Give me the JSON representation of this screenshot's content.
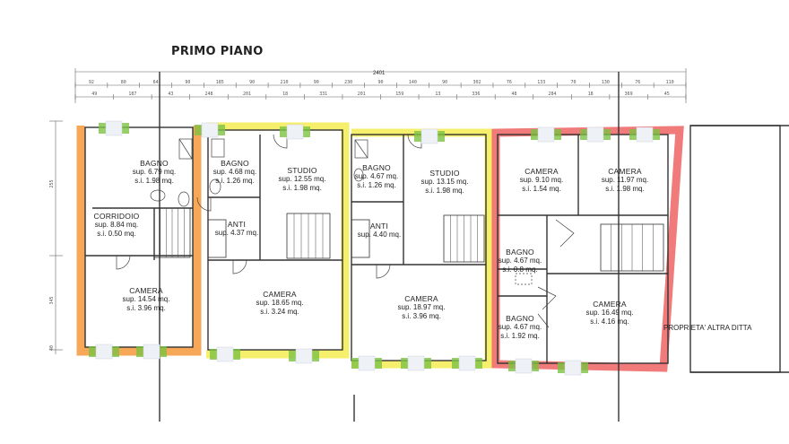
{
  "floor_title": "PRIMO PIANO",
  "overall_dimension": "2401",
  "adjacent_label": "PROPRIETA' ALTRA DITTA",
  "unit_colors": {
    "unit1": "#f38a1f",
    "unit2": "#f2ea3b",
    "unit3": "#f2ea3b",
    "unit4": "#ec4e4e",
    "window": "#7cc242"
  },
  "rooms": [
    {
      "id": "bagno-1",
      "name": "BAGNO",
      "sup": "sup. 6.79 mq.",
      "si": "s.i. 1.98 mq."
    },
    {
      "id": "corridoio-1",
      "name": "CORRIDOIO",
      "sup": "sup. 8.84 mq.",
      "si": "s.i. 0.50 mq."
    },
    {
      "id": "camera-1",
      "name": "CAMERA",
      "sup": "sup. 14.54 mq.",
      "si": "s.i. 3.96 mq."
    },
    {
      "id": "bagno-2",
      "name": "BAGNO",
      "sup": "sup. 4.68 mq.",
      "si": "s.i. 1.26 mq."
    },
    {
      "id": "studio-2",
      "name": "STUDIO",
      "sup": "sup. 12.55 mq.",
      "si": "s.i. 1.98 mq."
    },
    {
      "id": "anti-2",
      "name": "ANTI",
      "sup": "sup. 4.37 mq.",
      "si": ""
    },
    {
      "id": "camera-2",
      "name": "CAMERA",
      "sup": "sup. 18.65 mq.",
      "si": "s.i. 3.24 mq."
    },
    {
      "id": "bagno-3",
      "name": "BAGNO",
      "sup": "sup. 4.67 mq.",
      "si": "s.i. 1.26 mq."
    },
    {
      "id": "studio-3",
      "name": "STUDIO",
      "sup": "sup. 13.15 mq.",
      "si": "s.i. 1.98 mq."
    },
    {
      "id": "anti-3",
      "name": "ANTI",
      "sup": "sup. 4.40 mq.",
      "si": ""
    },
    {
      "id": "camera-3",
      "name": "CAMERA",
      "sup": "sup. 18.97 mq.",
      "si": "s.i. 3.96 mq."
    },
    {
      "id": "camera-4a",
      "name": "CAMERA",
      "sup": "sup. 9.10 mq.",
      "si": "s.i. 1.54 mq."
    },
    {
      "id": "camera-4b",
      "name": "CAMERA",
      "sup": "sup. 11.97 mq.",
      "si": "s.i. 1.98 mq."
    },
    {
      "id": "bagno-4a",
      "name": "BAGNO",
      "sup": "sup. 4.67 mq.",
      "si": "s.i. 0.8 mq."
    },
    {
      "id": "bagno-4b",
      "name": "BAGNO",
      "sup": "sup. 4.67 mq.",
      "si": "s.i. 1.92 mq."
    },
    {
      "id": "camera-4c",
      "name": "CAMERA",
      "sup": "sup. 16.49 mq.",
      "si": "s.i. 4.16 mq."
    }
  ],
  "dimensions_row1": [
    "92",
    "80",
    "64",
    "90",
    "185",
    "90",
    "210",
    "90",
    "230",
    "90",
    "140",
    "90",
    "302",
    "76",
    "133",
    "70",
    "130",
    "76",
    "110"
  ],
  "dimensions_row2": [
    "49",
    "187",
    "43",
    "248",
    "201",
    "18",
    "331",
    "201",
    "159",
    "13",
    "336",
    "48",
    "284",
    "18",
    "369",
    "45"
  ],
  "dimensions_side": [
    "255",
    "345",
    "40"
  ]
}
